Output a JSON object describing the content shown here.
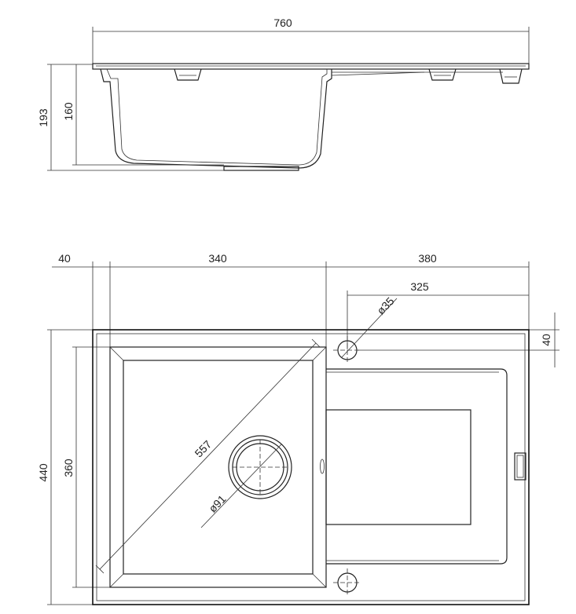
{
  "side_view": {
    "width_label": "760",
    "total_height_label": "193",
    "bowl_depth_label": "160"
  },
  "top_view": {
    "left_margin_label": "40",
    "bowl_width_label": "340",
    "drainer_width_label": "380",
    "tap_hole_offset_label": "325",
    "tap_hole_diameter_label": "ø35",
    "tap_hole_edge_label": "40",
    "total_depth_label": "440",
    "bowl_depth_label": "360",
    "diagonal_label": "557",
    "drain_diameter_label": "ø91"
  }
}
